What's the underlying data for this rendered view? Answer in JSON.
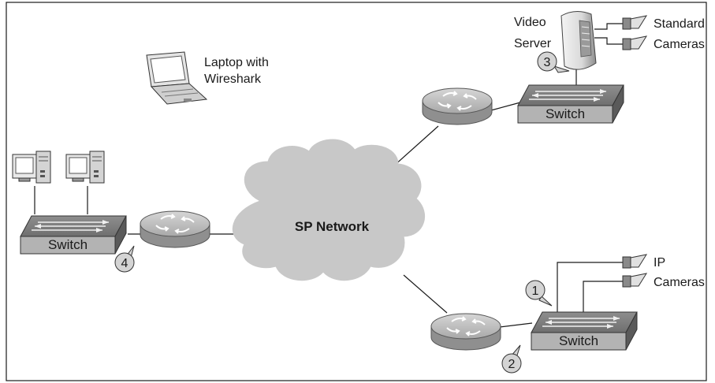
{
  "cloud": {
    "label": "SP Network"
  },
  "laptop": {
    "label_line1": "Laptop with",
    "label_line2": "Wireshark"
  },
  "video_server": {
    "label_line1": "Video",
    "label_line2": "Server"
  },
  "analog_cameras": {
    "label_line1": "Standard",
    "label_line2": "Cameras"
  },
  "ip_cameras": {
    "label_line1": "IP",
    "label_line2": "Cameras"
  },
  "switches": {
    "left": "Switch",
    "top_right": "Switch",
    "bottom_right": "Switch"
  },
  "callouts": {
    "c1": "1",
    "c2": "2",
    "c3": "3",
    "c4": "4"
  },
  "colors": {
    "cloud_fill": "#c8c8c8",
    "router_fill": "#b9b9b9",
    "switch_fill": "#a9a9a9",
    "line": "#1a1a1a",
    "callout_fill": "#d4d4d4"
  }
}
